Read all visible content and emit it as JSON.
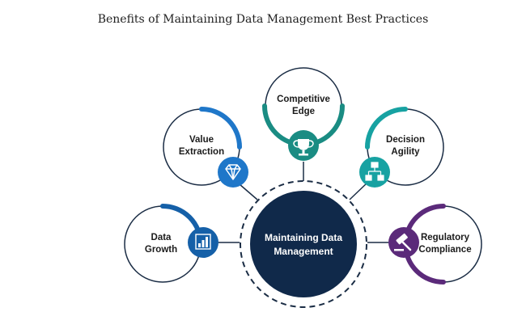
{
  "title": "Benefits of Maintaining Data Management Best Practices",
  "center": {
    "line1": "Maintaining Data",
    "line2": "Management"
  },
  "benefits": [
    {
      "line1": "Competitive",
      "line2": "Edge",
      "icon": "trophy-icon",
      "color": "#1a8c83"
    },
    {
      "line1": "Value",
      "line2": "Extraction",
      "icon": "diamond-icon",
      "color": "#1f77c9"
    },
    {
      "line1": "Decision",
      "line2": "Agility",
      "icon": "flowchart-icon",
      "color": "#17a2a2"
    },
    {
      "line1": "Data",
      "line2": "Growth",
      "icon": "bar-chart-icon",
      "color": "#1560a8"
    },
    {
      "line1": "Regulatory",
      "line2": "Compliance",
      "icon": "gavel-icon",
      "color": "#5b2a7a"
    }
  ],
  "colors": {
    "center_fill": "#10294a",
    "outline": "#1b2d45"
  }
}
